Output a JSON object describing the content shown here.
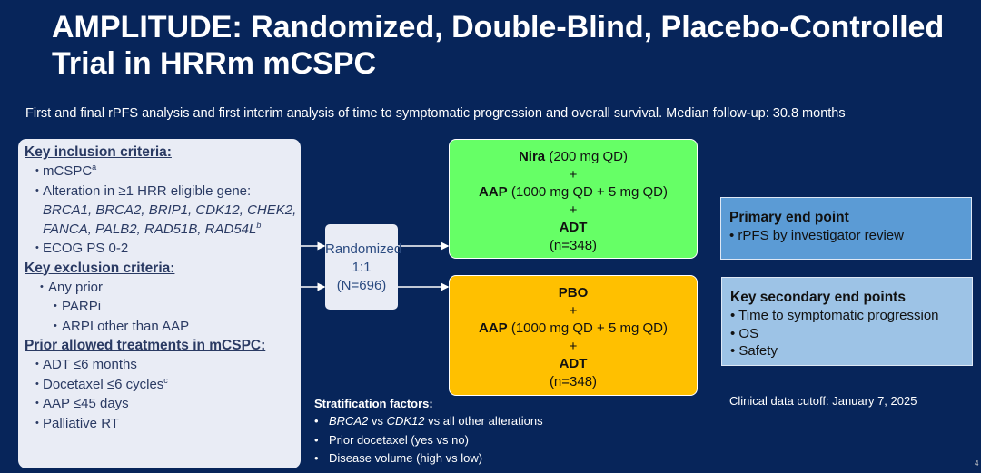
{
  "title": "AMPLITUDE: Randomized, Double-Blind, Placebo-Controlled Trial in HRRm mCSPC",
  "subtitle": "First and final rPFS analysis and first interim analysis of time to symptomatic progression and overall survival. Median follow-up: 30.8 months",
  "criteria": {
    "inclusion_heading": "Key inclusion criteria:",
    "inclusion": [
      "mCSPC",
      "Alteration in ≥1 HRR eligible gene:",
      "ECOG PS 0-2"
    ],
    "inclusion_sup": [
      "a",
      "b"
    ],
    "genes": "BRCA1, BRCA2, BRIP1, CDK12, CHEK2, FANCA, PALB2, RAD51B, RAD54L",
    "exclusion_heading": "Key exclusion criteria:",
    "exclusion": [
      "Any prior",
      "PARPi",
      "ARPI other than AAP"
    ],
    "prior_heading": "Prior allowed treatments in mCSPC:",
    "prior": [
      "ADT ≤6 months",
      "Docetaxel ≤6 cycles",
      "AAP ≤45 days",
      "Palliative RT"
    ],
    "prior_sup": "c"
  },
  "randomization": {
    "line1": "Randomized",
    "line2": "1:1",
    "line3": "(N=696)"
  },
  "arms": [
    {
      "drug": "Nira",
      "dose": " (200 mg QD)",
      "plus": "+",
      "aap": "AAP",
      "aap_dose": " (1000 mg QD + 5 mg QD)",
      "adt": "ADT",
      "n": "(n=348)",
      "color": "#66ff66"
    },
    {
      "drug": "PBO",
      "dose": "",
      "plus": "+",
      "aap": "AAP",
      "aap_dose": " (1000 mg QD + 5 mg QD)",
      "adt": "ADT",
      "n": "(n=348)",
      "color": "#ffc000"
    }
  ],
  "primary": {
    "heading": "Primary end point",
    "items": [
      "rPFS by investigator review"
    ]
  },
  "secondary": {
    "heading": "Key secondary end points",
    "items": [
      "Time to symptomatic progression",
      "OS",
      "Safety"
    ]
  },
  "stratification": {
    "heading": "Stratification factors:",
    "item1_a": "BRCA2",
    "item1_b": " vs ",
    "item1_c": "CDK12",
    "item1_d": " vs all other alterations",
    "items": [
      "Prior docetaxel (yes vs no)",
      "Disease volume (high vs low)"
    ]
  },
  "cutoff": "Clinical data cutoff: January 7, 2025",
  "page_number": "4"
}
